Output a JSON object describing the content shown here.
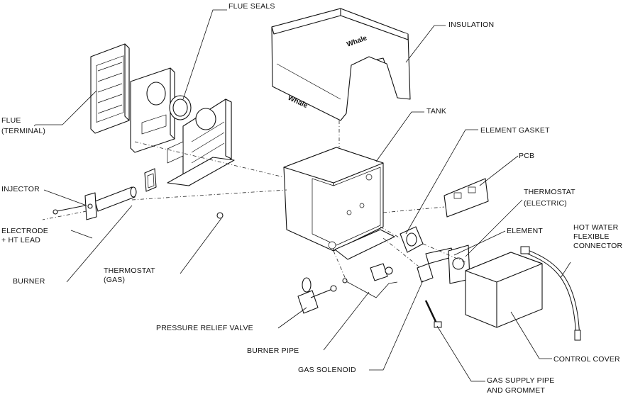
{
  "labels": {
    "flue_seals": "FLUE SEALS",
    "insulation": "INSULATION",
    "flue_terminal_1": "FLUE",
    "flue_terminal_2": "(TERMINAL)",
    "tank": "TANK",
    "element_gasket": "ELEMENT GASKET",
    "pcb": "PCB",
    "injector": "INJECTOR",
    "thermostat_electric_1": "THERMOSTAT",
    "thermostat_electric_2": "(ELECTRIC)",
    "electrode_1": "ELECTRODE",
    "electrode_2": "+ HT LEAD",
    "element": "ELEMENT",
    "hot_water_1": "HOT WATER",
    "hot_water_2": "FLEXIBLE",
    "hot_water_3": "CONNECTOR",
    "burner": "BURNER",
    "thermostat_gas_1": "THERMOSTAT",
    "thermostat_gas_2": "(GAS)",
    "pressure_relief_valve": "PRESSURE RELIEF VALVE",
    "burner_pipe": "BURNER PIPE",
    "control_cover": "CONTROL COVER",
    "gas_solenoid": "GAS SOLENOID",
    "gas_supply_1": "GAS SUPPLY PIPE",
    "gas_supply_2": "AND GROMMET"
  },
  "logo": {
    "brand": "Whale"
  },
  "icons": [
    "exploded-diagram"
  ]
}
